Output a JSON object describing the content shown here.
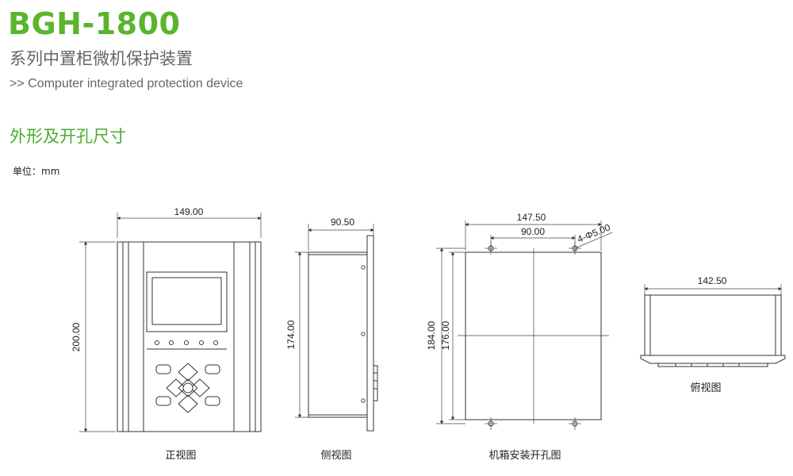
{
  "header": {
    "model": "BGH-1800",
    "subtitle_cn": "系列中置柜微机保护装置",
    "subtitle_en": ">> Computer integrated protection device"
  },
  "section": {
    "title": "外形及开孔尺寸",
    "unit": "单位：mm"
  },
  "views": {
    "front": {
      "caption": "正视图",
      "width_label": "149.00",
      "height_label": "200.00"
    },
    "side": {
      "caption": "侧视图",
      "depth_label": "90.50",
      "height_label": "174.00"
    },
    "cutout": {
      "caption": "机箱安装开孔图",
      "outer_width_label": "147.50",
      "hole_spacing_label": "90.00",
      "hole_label": "4-Φ5.00",
      "outer_height_label": "184.00",
      "inner_height_label": "176.00"
    },
    "top": {
      "caption": "俯视图",
      "width_label": "142.50"
    }
  },
  "colors": {
    "brand_green": "#59b52c",
    "section_green": "#48ad2e",
    "line": "#333333"
  }
}
